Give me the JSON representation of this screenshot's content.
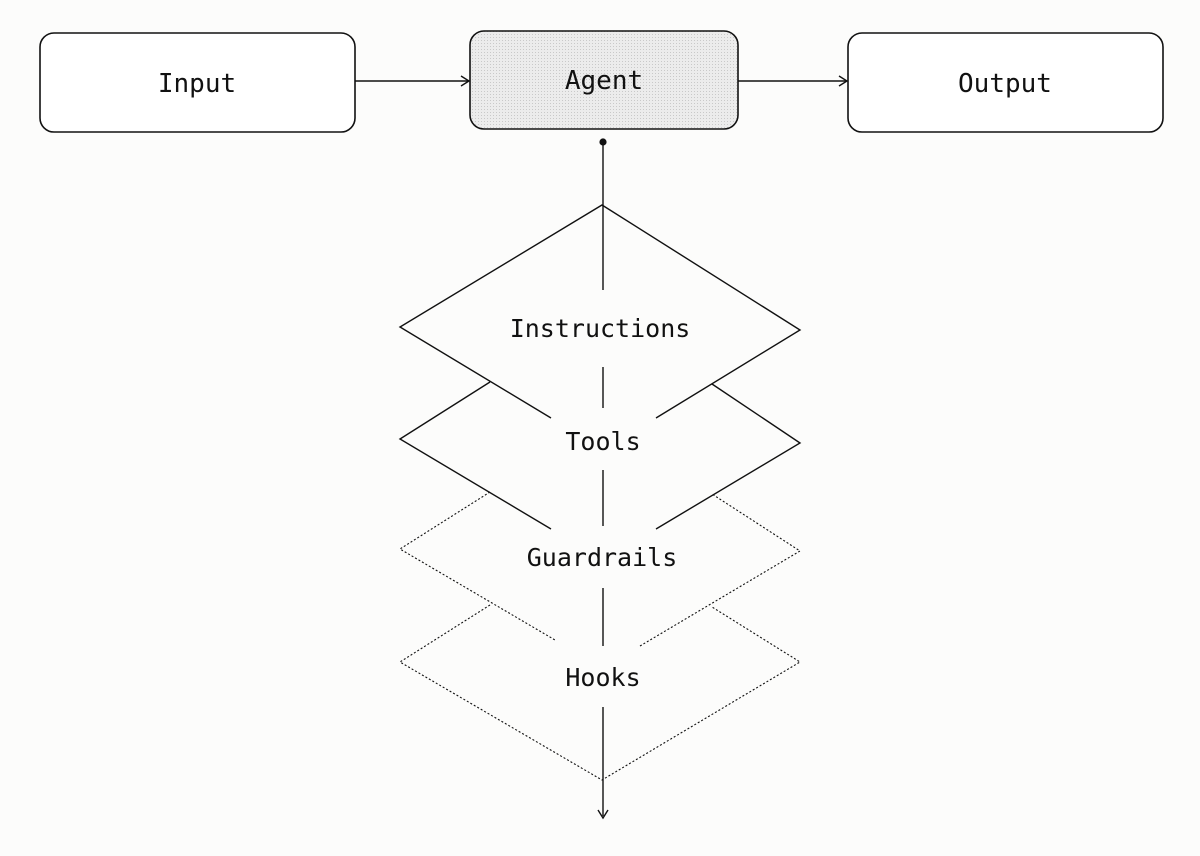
{
  "nodes": {
    "input": {
      "label": "Input"
    },
    "agent": {
      "label": "Agent"
    },
    "output": {
      "label": "Output"
    }
  },
  "layers": {
    "instructions": {
      "label": "Instructions"
    },
    "tools": {
      "label": "Tools"
    },
    "guardrails": {
      "label": "Guardrails"
    },
    "hooks": {
      "label": "Hooks"
    }
  },
  "colors": {
    "stroke": "#111111",
    "agent_fill": "#e6e6e6",
    "background": "#fcfcfb"
  }
}
